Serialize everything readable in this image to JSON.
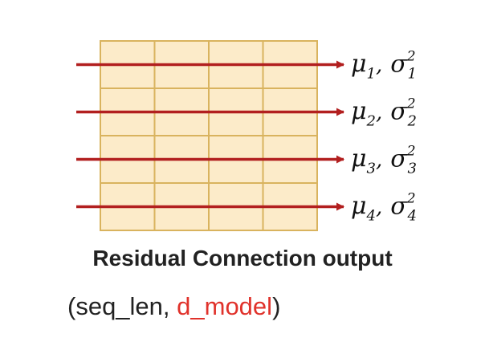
{
  "colors": {
    "cell_fill": "#fcebc9",
    "grid_line": "#d9b35e",
    "arrow": "#b21f1f",
    "highlight_text": "#e0322b"
  },
  "grid": {
    "rows": 4,
    "cols": 4,
    "sub_rows_per_row": 2
  },
  "rows": [
    {
      "mean_symbol": "μ",
      "mean_index": "1",
      "var_symbol": "σ",
      "var_index": "1",
      "var_power": "2"
    },
    {
      "mean_symbol": "μ",
      "mean_index": "2",
      "var_symbol": "σ",
      "var_index": "2",
      "var_power": "2"
    },
    {
      "mean_symbol": "μ",
      "mean_index": "3",
      "var_symbol": "σ",
      "var_index": "3",
      "var_power": "2"
    },
    {
      "mean_symbol": "μ",
      "mean_index": "4",
      "var_symbol": "σ",
      "var_index": "4",
      "var_power": "2"
    }
  ],
  "separator": ",",
  "caption": {
    "title": "Residual Connection output",
    "shape_open": "(seq_len, ",
    "shape_highlight": "d_model",
    "shape_close": ")"
  }
}
